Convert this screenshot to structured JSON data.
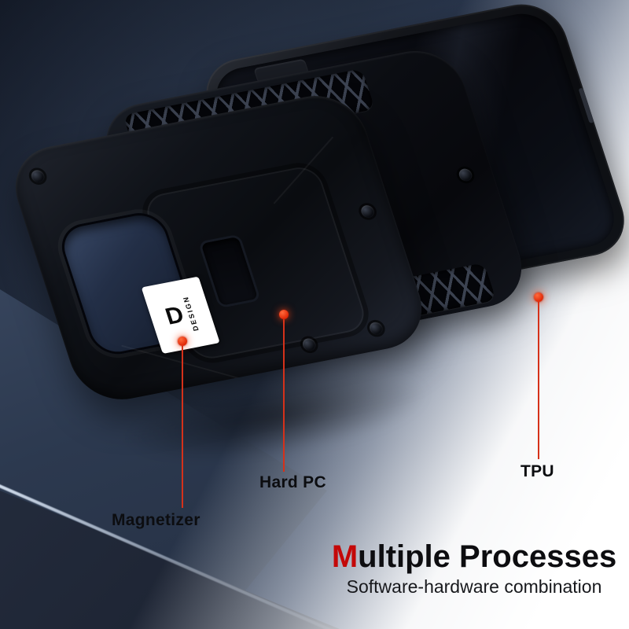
{
  "annotations": [
    {
      "id": "magnetizer",
      "label": "Magnetizer"
    },
    {
      "id": "hard_pc",
      "label": "Hard PC"
    },
    {
      "id": "tpu",
      "label": "TPU"
    }
  ],
  "headline": {
    "accent_letter": "M",
    "rest_text": "ultiple Processes",
    "subtitle": "Software-hardware combination"
  },
  "case_logo": {
    "glyph": "D",
    "text": "DESIGN"
  },
  "colors": {
    "marker_red": "#d5311a",
    "dot_red_orange": "#e02807",
    "headline_accent_red": "#c40808",
    "headline_text": "#0d0d10",
    "label_text": "#0c0d10",
    "background_navy": "#1d2636",
    "case_black": "#0a0c10",
    "panel_white": "#ffffff"
  }
}
